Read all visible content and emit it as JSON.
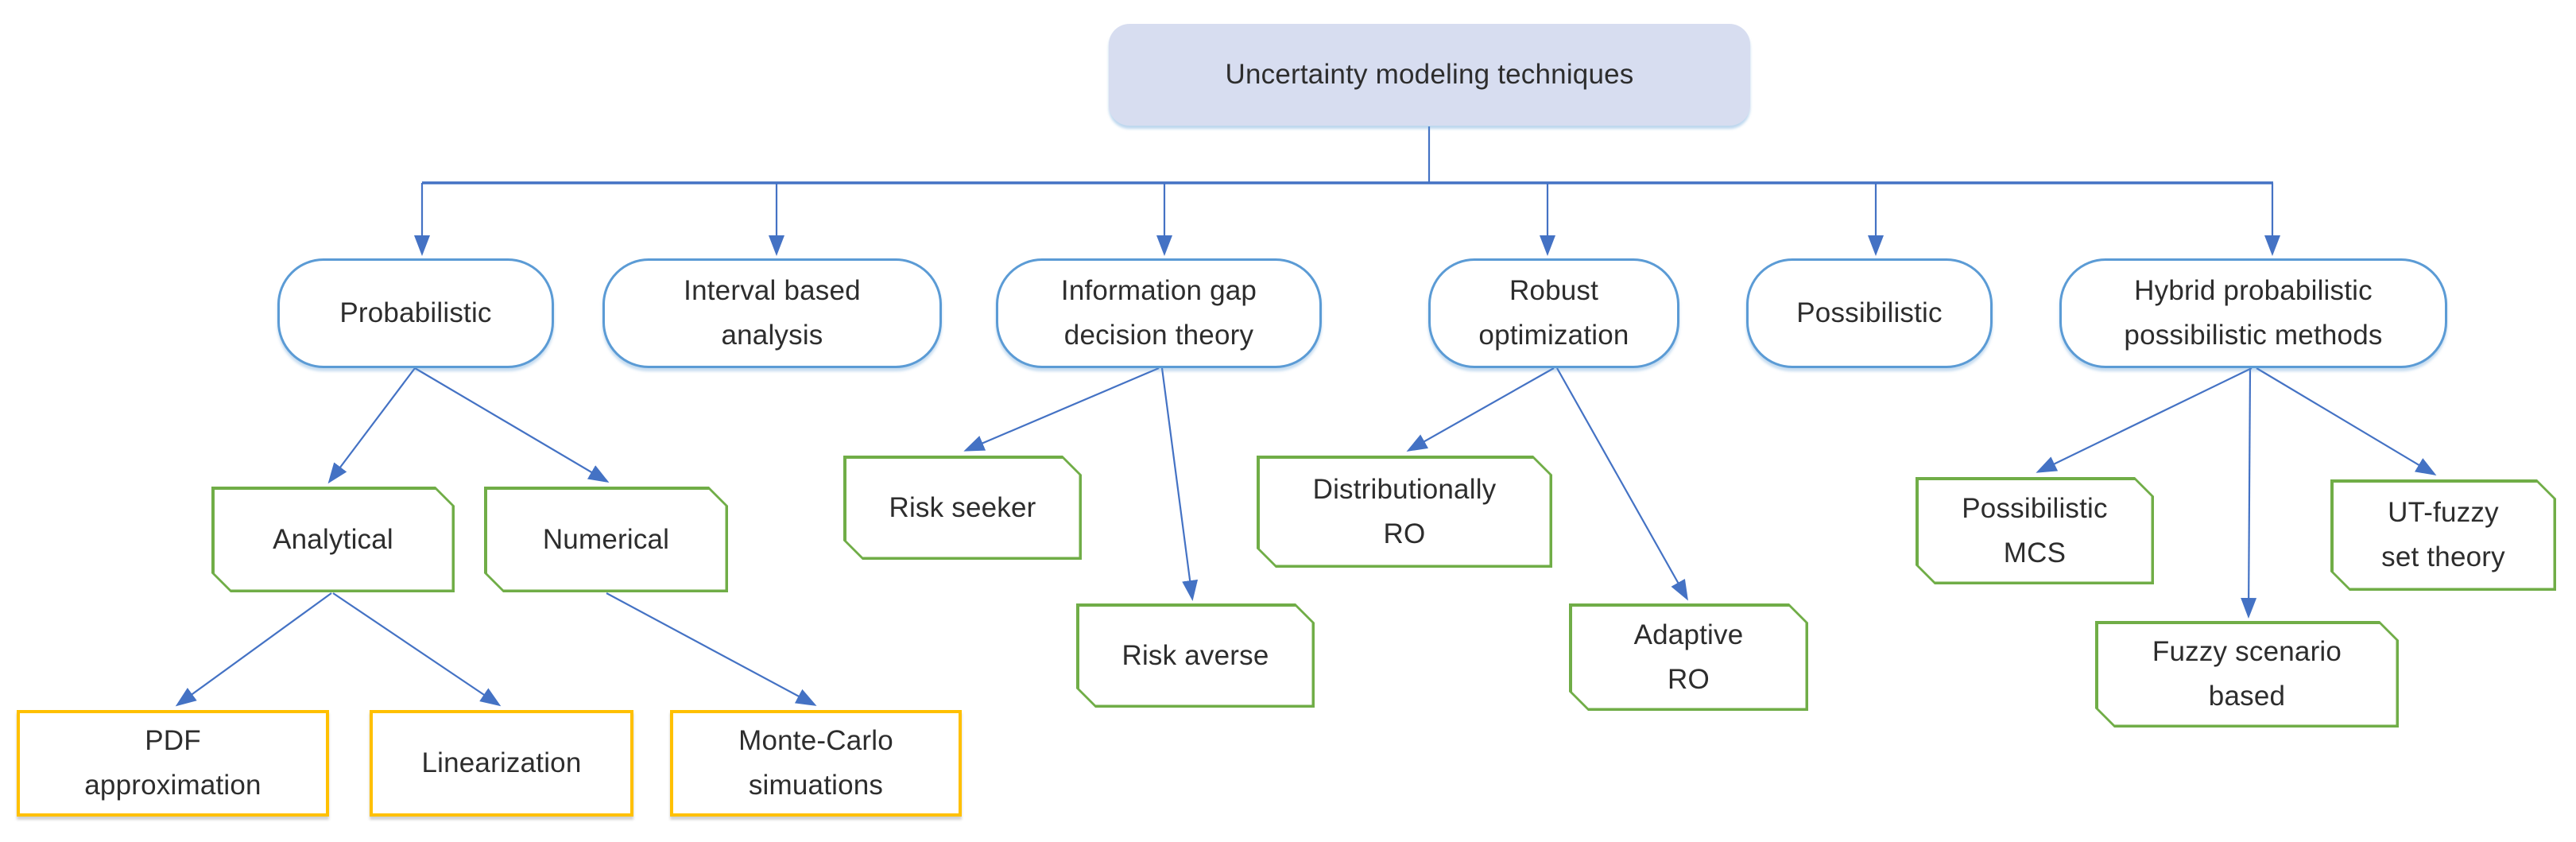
{
  "diagram": {
    "title": "Uncertainty modeling techniques",
    "nodes": {
      "root": {
        "label": "Uncertainty modeling techniques"
      },
      "level2": [
        {
          "label": "Probabilistic"
        },
        {
          "label": "Interval based\nanalysis"
        },
        {
          "label": "Information gap\ndecision theory"
        },
        {
          "label": "Robust\noptimization"
        },
        {
          "label": "Possibilistic"
        },
        {
          "label": "Hybrid probabilistic\npossibilistic methods"
        }
      ],
      "level3": [
        {
          "label": "Analytical"
        },
        {
          "label": "Numerical"
        },
        {
          "label": "Risk seeker"
        },
        {
          "label": "Risk averse"
        },
        {
          "label": "Distributionally\nRO"
        },
        {
          "label": "Adaptive\nRO"
        },
        {
          "label": "Possibilistic\nMCS"
        },
        {
          "label": "Fuzzy scenario\nbased"
        },
        {
          "label": "UT-fuzzy\nset theory"
        }
      ],
      "level4": [
        {
          "label": "PDF\napproximation"
        },
        {
          "label": "Linearization"
        },
        {
          "label": "Monte-Carlo\nsimuations"
        }
      ]
    },
    "colors": {
      "root_fill": "#D7DDF0",
      "blue_border": "#5B9BD5",
      "green_border": "#70AD47",
      "yellow_border": "#FFC000",
      "arrow": "#4472C4",
      "text": "#2D2D2D",
      "background": "#FFFFFF"
    }
  }
}
